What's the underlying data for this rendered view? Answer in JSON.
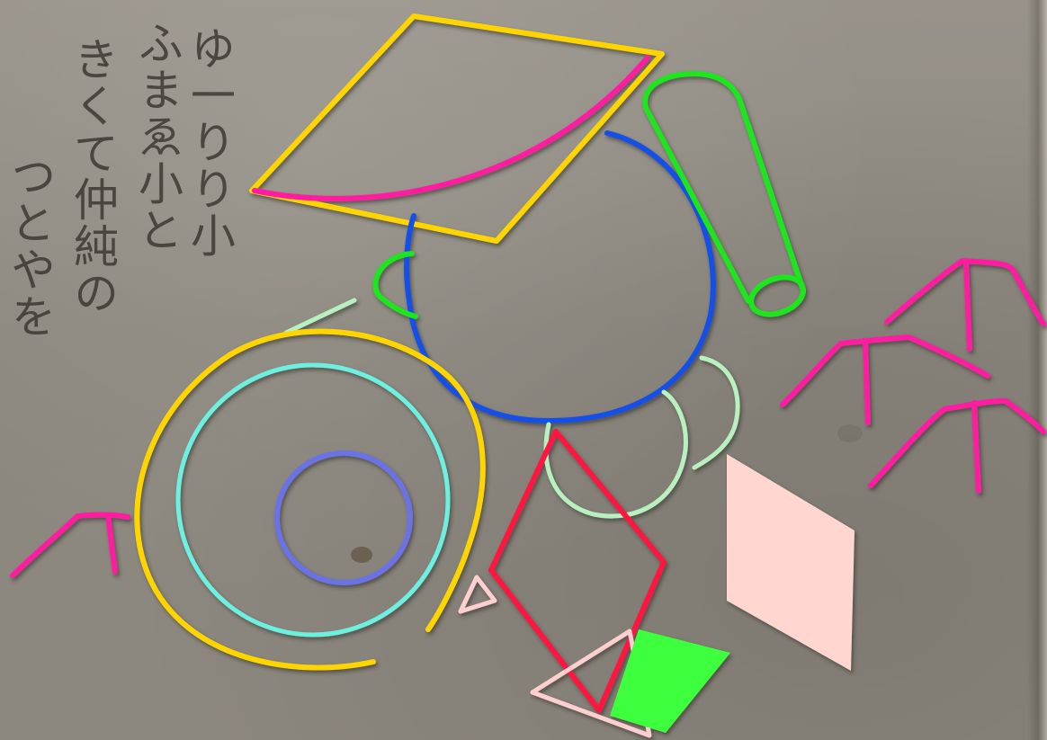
{
  "calligraphy": {
    "columns": [
      "ゆ一りり小",
      "ふまゑ小と",
      "きくて仲純の",
      "つとやを"
    ]
  },
  "colors": {
    "paper": "#8f8a80",
    "yellow": "#ffd500",
    "magenta": "#ff1fa0",
    "blue": "#1450e6",
    "green": "#1ee61e",
    "mint": "#b8f0c0",
    "cyan": "#6ef0e0",
    "periwinkle": "#6a72e6",
    "red": "#ff1440",
    "pink": "#ffd6d0",
    "pink_outline": "#ffcfd0",
    "bright_green": "#3dff3d"
  }
}
